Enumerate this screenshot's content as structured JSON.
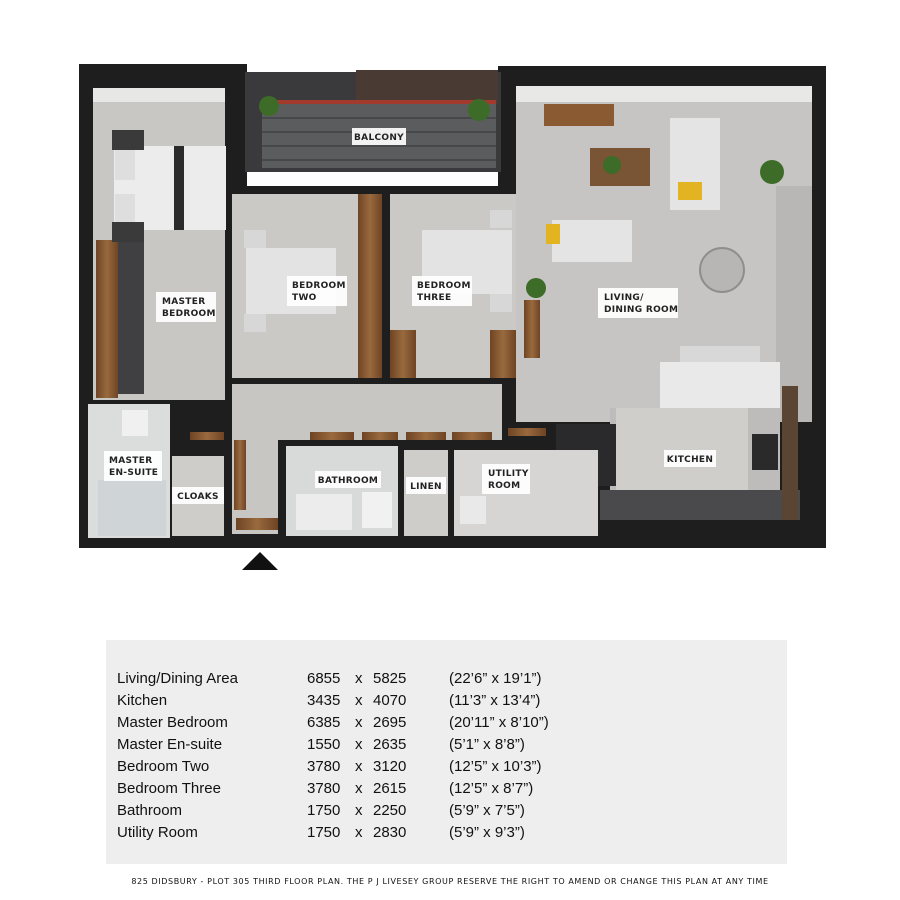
{
  "rooms": {
    "balcony": "BALCONY",
    "master_bedroom": [
      "MASTER",
      "BEDROOM"
    ],
    "bedroom_two": [
      "BEDROOM",
      "TWO"
    ],
    "bedroom_three": [
      "BEDROOM",
      "THREE"
    ],
    "living_dining": [
      "LIVING/",
      "DINING ROOM"
    ],
    "kitchen": "KITCHEN",
    "master_ensuite": [
      "MASTER",
      "EN-SUITE"
    ],
    "cloaks": "CLOAKS",
    "bathroom": "BATHROOM",
    "linen": "LINEN",
    "utility_room": [
      "UTILITY",
      "ROOM"
    ]
  },
  "schedule": [
    {
      "name": "Living/Dining Area",
      "w": "6855",
      "x": "x",
      "h": "5825",
      "imperial": "(22’6”  x  19’1”)"
    },
    {
      "name": "Kitchen",
      "w": "3435",
      "x": "x",
      "h": "4070",
      "imperial": "(11’3”  x  13’4”)"
    },
    {
      "name": "Master Bedroom",
      "w": "6385",
      "x": "x",
      "h": "2695",
      "imperial": "(20’11”  x  8’10”)"
    },
    {
      "name": "Master En-suite",
      "w": "1550",
      "x": "x",
      "h": "2635",
      "imperial": "(5’1”  x  8’8”)"
    },
    {
      "name": "Bedroom Two",
      "w": "3780",
      "x": "x",
      "h": "3120",
      "imperial": "(12’5”  x  10’3”)"
    },
    {
      "name": "Bedroom Three",
      "w": "3780",
      "x": "x",
      "h": "2615",
      "imperial": "(12’5”  x  8’7”)"
    },
    {
      "name": "Bathroom",
      "w": "1750",
      "x": "x",
      "h": "2250",
      "imperial": "(5’9”  x  7’5”)"
    },
    {
      "name": "Utility Room",
      "w": "1750",
      "x": "x",
      "h": "2830",
      "imperial": " (5’9”  x  9’3”)"
    }
  ],
  "disclaimer": "825 DIDSBURY - PLOT 305 THIRD FLOOR PLAN. THE P J LIVESEY GROUP RESERVE THE RIGHT TO AMEND OR CHANGE THIS PLAN AT ANY TIME",
  "colors": {
    "wall": "#1e1e1f",
    "floor_carpet": "#c9c7c4",
    "floor_wood": "#8a5a32",
    "schedule_bg": "#efeeee"
  }
}
